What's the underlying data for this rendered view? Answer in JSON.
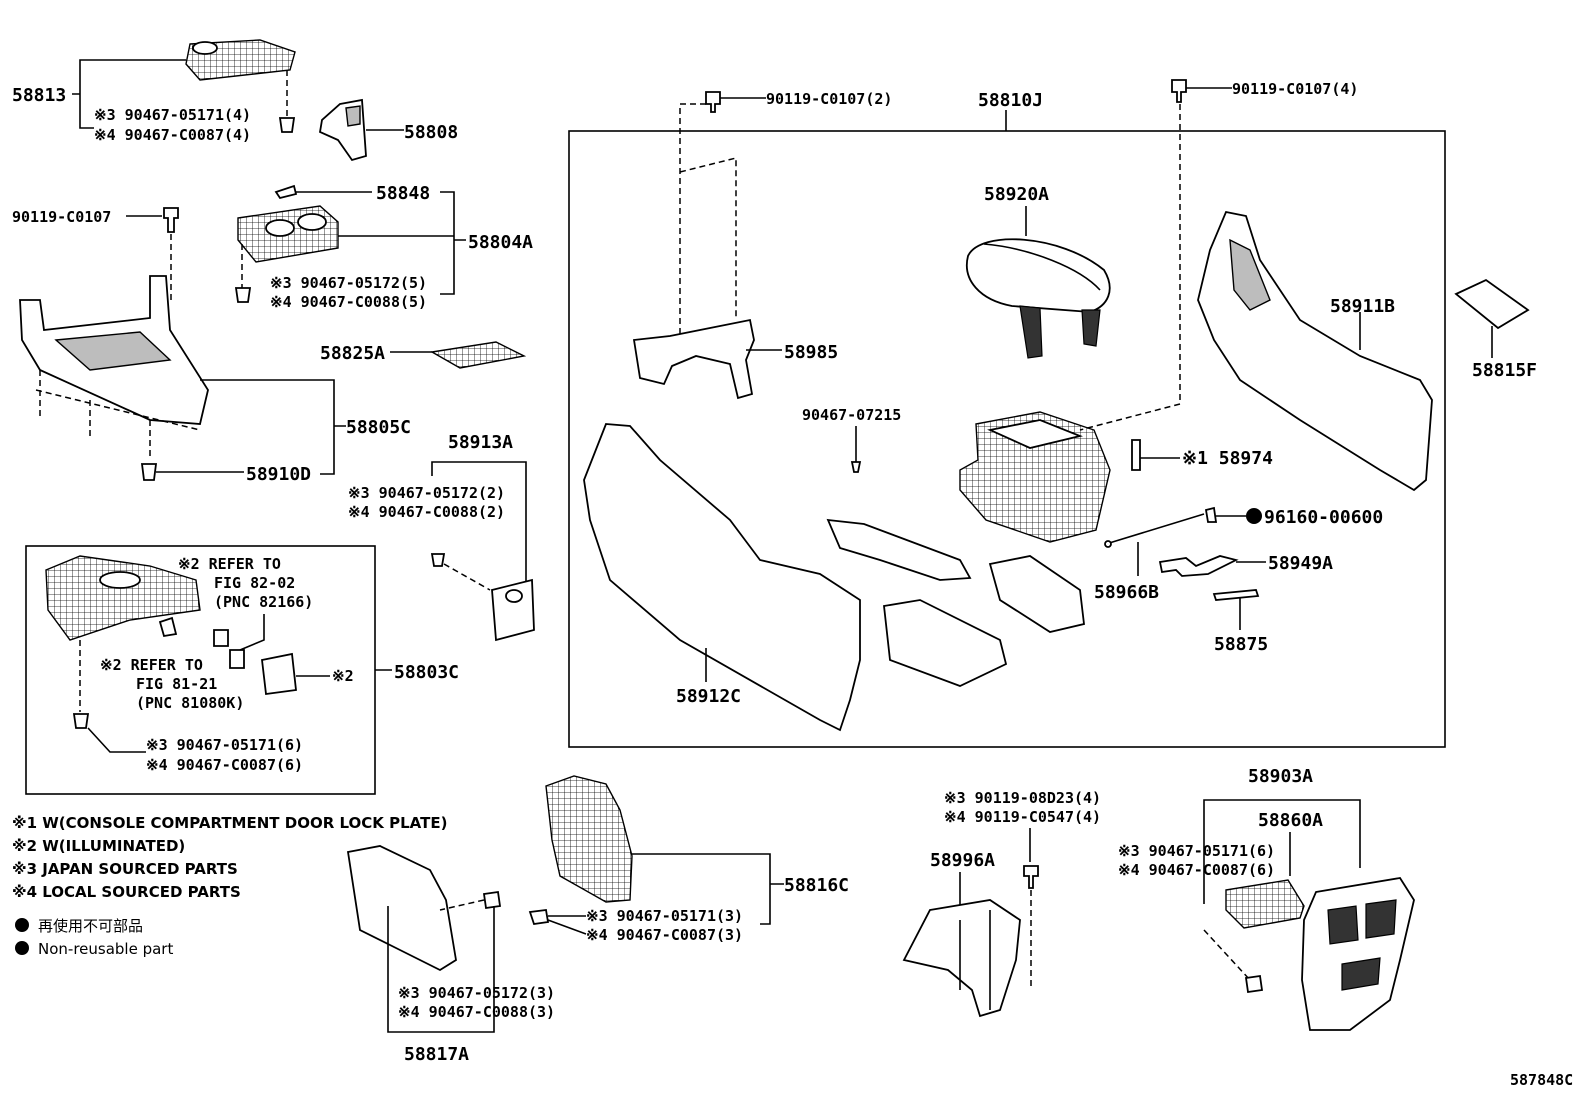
{
  "parts": {
    "p58813": "58813",
    "p58808": "58808",
    "p58848": "58848",
    "p58804A": "58804A",
    "p58825A": "58825A",
    "p58805C": "58805C",
    "p58910D": "58910D",
    "p58913A": "58913A",
    "p58803C": "58803C",
    "p58810J": "58810J",
    "p58920A": "58920A",
    "p58985": "58985",
    "p58911B": "58911B",
    "p58815F": "58815F",
    "p58974": "58974",
    "p96160": "96160-00600",
    "p58966B": "58966B",
    "p58949A": "58949A",
    "p58875": "58875",
    "p58912C": "58912C",
    "p90467_07215": "90467-07215",
    "p90119_C0107_2": "90119-C0107(2)",
    "p90119_C0107_4": "90119-C0107(4)",
    "p90119_C0107": "90119-C0107",
    "p58816C": "58816C",
    "p58817A": "58817A",
    "p58996A": "58996A",
    "p58903A": "58903A",
    "p58860A": "58860A"
  },
  "fasteners": {
    "f58813_a": "※3 90467-05171(4)",
    "f58813_b": "※4 90467-C0087(4)",
    "f58804_a": "※3 90467-05172(5)",
    "f58804_b": "※4 90467-C0088(5)",
    "f58913_a": "※3 90467-05172(2)",
    "f58913_b": "※4 90467-C0088(2)",
    "f58803_a": "※3 90467-05171(6)",
    "f58803_b": "※4 90467-C0087(6)",
    "f58816_a": "※3 90467-05171(3)",
    "f58816_b": "※4 90467-C0087(3)",
    "f58817_a": "※3 90467-05172(3)",
    "f58817_b": "※4 90467-C0088(3)",
    "f58996_a": "※3 90119-08D23(4)",
    "f58996_b": "※4 90119-C0547(4)",
    "f58860_a": "※3 90467-05171(6)",
    "f58860_b": "※4 90467-C0087(6)",
    "f58974": "※1 58974",
    "f58803_ill": "※2"
  },
  "refs": {
    "ref1_line1": "※2 REFER TO",
    "ref1_line2": "FIG 82-02",
    "ref1_line3": "(PNC 82166)",
    "ref2_line1": "※2 REFER TO",
    "ref2_line2": "FIG 81-21",
    "ref2_line3": "(PNC 81080K)"
  },
  "legend": {
    "note1": "※1 W(CONSOLE COMPARTMENT DOOR LOCK PLATE)",
    "note2": "※2 W(ILLUMINATED)",
    "note3": "※3 JAPAN SOURCED PARTS",
    "note4": "※4 LOCAL SOURCED PARTS",
    "nonreuse_jp": "再使用不可部品",
    "nonreuse_en": "Non-reusable part"
  },
  "figure_id": "587848C"
}
